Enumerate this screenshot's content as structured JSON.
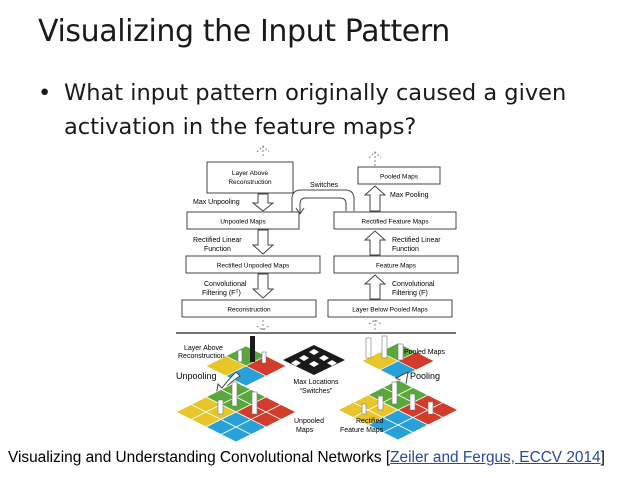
{
  "slide": {
    "title": "Visualizing the Input Pattern",
    "bullet_symbol": "•",
    "bullet": "What input pattern originally caused a given activation in the feature maps?"
  },
  "diagram": {
    "left_boxes": {
      "layer_above_line1": "Layer Above",
      "layer_above_line2": "Reconstruction",
      "unpooled_maps": "Unpooled Maps",
      "rectified_unpooled_maps": "Rectified Unpooled Maps",
      "reconstruction": "Reconstruction"
    },
    "right_boxes": {
      "pooled_maps": "Pooled Maps",
      "rectified_feature_maps": "Rectified Feature Maps",
      "feature_maps": "Feature Maps",
      "layer_below_pooled_maps": "Layer Below Pooled Maps"
    },
    "operations": {
      "switches": "Switches",
      "max_unpooling": "Max Unpooling",
      "max_pooling": "Max Pooling",
      "rectified_linear_left_line1": "Rectified Linear",
      "rectified_linear_left_line2": "Function",
      "rectified_linear_right_line1": "Rectified Linear",
      "rectified_linear_right_line2": "Function",
      "conv_left_line1": "Convolutional",
      "conv_left_line2": "Filtering (Fᵀ)",
      "conv_right_line1": "Convolutional",
      "conv_right_line2": "Filtering (F)"
    },
    "lower": {
      "layer_above_line1": "Layer Above",
      "layer_above_line2": "Reconstruction",
      "unpooling": "Unpooling",
      "pooling": "Pooling",
      "max_locations_line1": "Max Locations",
      "max_locations_line2": "“Switches”",
      "pooled_maps": "Pooled Maps",
      "unpooled_line1": "Unpooled",
      "unpooled_line2": "Maps",
      "rectified_line1": "Rectified",
      "rectified_line2": "Feature Maps"
    },
    "colors": {
      "green": "#5aa83c",
      "yellow": "#e8c62a",
      "red": "#d23c2a",
      "blue": "#2aa0d8",
      "black": "#1a1a1a"
    }
  },
  "caption": {
    "prefix": "Visualizing and Understanding Convolutional Networks [",
    "link": "Zeiler and Fergus, ECCV 2014",
    "suffix": "]"
  }
}
